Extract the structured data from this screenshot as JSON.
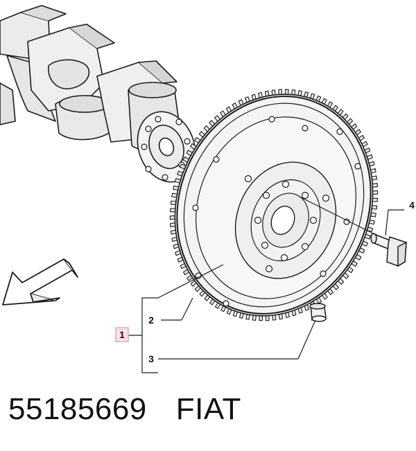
{
  "diagram": {
    "callouts": [
      {
        "id": "1",
        "label": "1",
        "highlighted": true
      },
      {
        "id": "2",
        "label": "2",
        "highlighted": false
      },
      {
        "id": "3",
        "label": "3",
        "highlighted": false
      },
      {
        "id": "4",
        "label": "4",
        "highlighted": false
      }
    ],
    "highlight_color": "#e8a6b4",
    "highlight_fill": "#fbe3e8"
  },
  "caption": {
    "part_number": "55185669",
    "brand": "FIAT"
  }
}
